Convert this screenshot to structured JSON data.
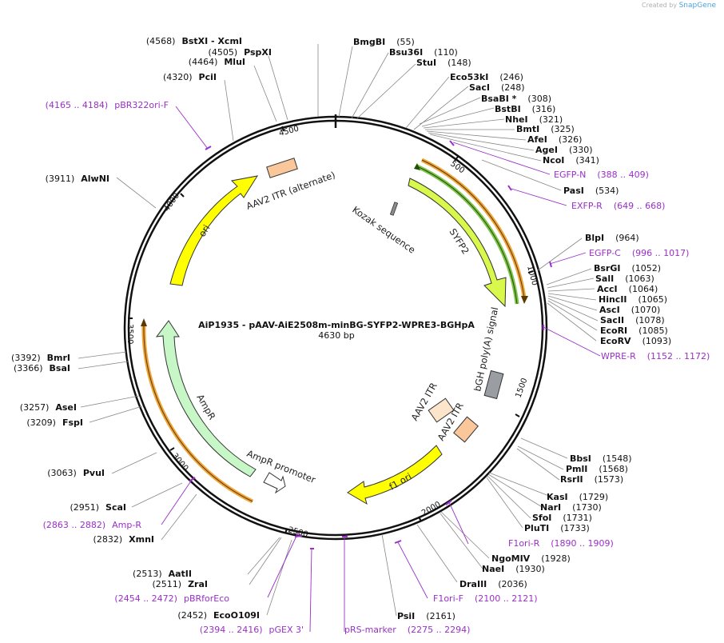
{
  "watermark": {
    "prefix": "Created by",
    "brand": "SnapGene"
  },
  "plasmid": {
    "name": "AiP1935 - pAAV-AiE2508m-minBG-SYFP2-WPRE3-BGHpA",
    "size_label": "4630 bp",
    "length": 4630
  },
  "colors": {
    "primer": "#9a2fc9",
    "backbone": "#111111",
    "ori": "#ffff00",
    "sfp": "#d8f84b",
    "itr": "#f9c79a",
    "itr_light": "#fde5cc",
    "ampr": "#c7f7c7",
    "polyA": "#9a9ea3",
    "kozak": "#8c8c8c"
  },
  "ticks": [
    "500",
    "1000",
    "1500",
    "2000",
    "2500",
    "3000",
    "3500",
    "4000",
    "4500"
  ],
  "features": [
    {
      "label": "ori"
    },
    {
      "label": "AAV2 ITR (alternate)"
    },
    {
      "label": "Kozak sequence"
    },
    {
      "label": "SYFP2"
    },
    {
      "label": "bGH poly(A) signal"
    },
    {
      "label": "AAV2 ITR"
    },
    {
      "label": "AAV2 ITR"
    },
    {
      "label": "f1 ori"
    },
    {
      "label": "AmpR promoter"
    },
    {
      "label": "AmpR"
    }
  ],
  "sites": [
    {
      "pos": "(4568)",
      "name": "BstXI",
      "extra": " - XcmI"
    },
    {
      "pos": "(4505)",
      "name": "PspXI"
    },
    {
      "pos": "(4464)",
      "name": "MluI"
    },
    {
      "pos": "(4320)",
      "name": "PciI"
    },
    {
      "pos": "(3911)",
      "name": "AlwNI"
    },
    {
      "pos": "(3392)",
      "name": "BmrI"
    },
    {
      "pos": "(3366)",
      "name": "BsaI"
    },
    {
      "pos": "(3257)",
      "name": "AseI"
    },
    {
      "pos": "(3209)",
      "name": "FspI"
    },
    {
      "pos": "(3063)",
      "name": "PvuI"
    },
    {
      "pos": "(2951)",
      "name": "ScaI"
    },
    {
      "pos": "(2832)",
      "name": "XmnI"
    },
    {
      "pos": "(2513)",
      "name": "AatII"
    },
    {
      "pos": "(2511)",
      "name": "ZraI"
    },
    {
      "pos": "(2452)",
      "name": "EcoO109I"
    },
    {
      "name": "BmgBI",
      "pos": "(55)"
    },
    {
      "name": "Bsu36I",
      "pos": "(110)"
    },
    {
      "name": "StuI",
      "pos": "(148)"
    },
    {
      "name": "Eco53kI",
      "pos": "(246)"
    },
    {
      "name": "SacI",
      "pos": "(248)"
    },
    {
      "name": "BsaBI *",
      "pos": "(308)"
    },
    {
      "name": "BstBI",
      "pos": "(316)"
    },
    {
      "name": "NheI",
      "pos": "(321)"
    },
    {
      "name": "BmtI",
      "pos": "(325)"
    },
    {
      "name": "AfeI",
      "pos": "(326)"
    },
    {
      "name": "AgeI",
      "pos": "(330)"
    },
    {
      "name": "NcoI",
      "pos": "(341)"
    },
    {
      "name": "PasI",
      "pos": "(534)"
    },
    {
      "name": "BlpI",
      "pos": "(964)"
    },
    {
      "name": "BsrGI",
      "pos": "(1052)"
    },
    {
      "name": "SalI",
      "pos": "(1063)"
    },
    {
      "name": "AccI",
      "pos": "(1064)"
    },
    {
      "name": "HincII",
      "pos": "(1065)"
    },
    {
      "name": "AscI",
      "pos": "(1070)"
    },
    {
      "name": "SacII",
      "pos": "(1078)"
    },
    {
      "name": "EcoRI",
      "pos": "(1085)"
    },
    {
      "name": "EcoRV",
      "pos": "(1093)"
    },
    {
      "name": "BbsI",
      "pos": "(1548)"
    },
    {
      "name": "PmlI",
      "pos": "(1568)"
    },
    {
      "name": "RsrII",
      "pos": "(1573)"
    },
    {
      "name": "KasI",
      "pos": "(1729)"
    },
    {
      "name": "NarI",
      "pos": "(1730)"
    },
    {
      "name": "SfoI",
      "pos": "(1731)"
    },
    {
      "name": "PluTI",
      "pos": "(1733)"
    },
    {
      "name": "NgoMIV",
      "pos": "(1928)"
    },
    {
      "name": "NaeI",
      "pos": "(1930)"
    },
    {
      "name": "DraIII",
      "pos": "(2036)"
    },
    {
      "name": "PsiI",
      "pos": "(2161)"
    }
  ],
  "primers": [
    {
      "range": "(4165 .. 4184)",
      "name": "pBR322ori-F"
    },
    {
      "range": "(2863 .. 2882)",
      "name": "Amp-R"
    },
    {
      "range": "(2454 .. 2472)",
      "name": "pBRforEco"
    },
    {
      "range": "(2394 .. 2416)",
      "name": "pGEX 3'"
    },
    {
      "name": "pRS-marker",
      "range": "(2275 .. 2294)"
    },
    {
      "name": "F1ori-F",
      "range": "(2100 .. 2121)"
    },
    {
      "name": "F1ori-R",
      "range": "(1890 .. 1909)"
    },
    {
      "name": "WPRE-R",
      "range": "(1152 .. 1172)"
    },
    {
      "name": "EGFP-C",
      "range": "(996 .. 1017)"
    },
    {
      "name": "EXFP-R",
      "range": "(649 .. 668)"
    },
    {
      "name": "EGFP-N",
      "range": "(388 .. 409)"
    }
  ]
}
